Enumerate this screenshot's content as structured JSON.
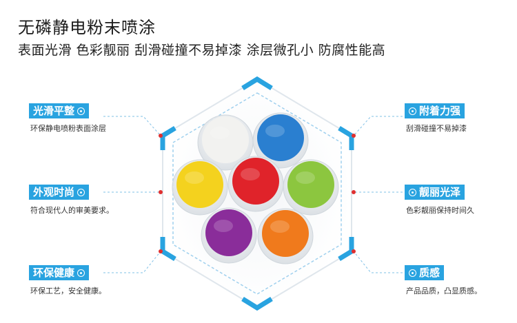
{
  "header": {
    "title": "无磷静电粉末喷涂",
    "subtitle": "表面光滑 色彩靓丽 刮滑碰撞不易掉漆 涂层微孔小 防腐性能高"
  },
  "features": {
    "left": [
      {
        "label": "光滑平整",
        "desc": "环保静电喷粉表面涂层"
      },
      {
        "label": "外观时尚",
        "desc": "符合现代人的审美要求。"
      },
      {
        "label": "环保健康",
        "desc": "环保工艺，安全健康。"
      }
    ],
    "right": [
      {
        "label": "附着力强",
        "desc": "刮滑碰撞不易掉漆"
      },
      {
        "label": "靓丽光泽",
        "desc": "色彩靓丽保持时间久"
      },
      {
        "label": "质感",
        "desc": "产品品质，凸显质感。"
      }
    ]
  },
  "colors": {
    "accent": "#29a3e0",
    "marker": "#e03030",
    "powders": [
      "#f2f2f0",
      "#2a7fd0",
      "#f4d21e",
      "#e0232a",
      "#8cc63f",
      "#8a2d9a",
      "#f07a1c"
    ]
  }
}
